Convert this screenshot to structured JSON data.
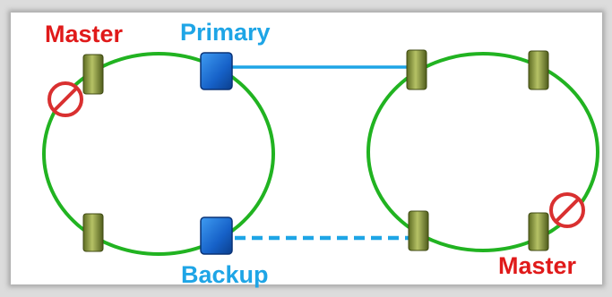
{
  "labels": {
    "master_left": "Master",
    "primary": "Primary",
    "backup": "Backup",
    "master_right": "Master"
  },
  "colors": {
    "ring": "#21b321",
    "master_text": "#e01a1a",
    "primary_text": "#1ea5e6",
    "link": "#1ea5e6",
    "node_fill": "#98a64a",
    "node_active_fill": "#1f6fd0",
    "block_symbol": "#d93030"
  },
  "diagram": {
    "rings": [
      "ring-left",
      "ring-right"
    ],
    "links": [
      {
        "from": "primary-node",
        "to": "right-ring-node",
        "style": "solid"
      },
      {
        "from": "backup-node",
        "to": "right-ring-node",
        "style": "dashed"
      }
    ],
    "blocked_ports": [
      "left-ring-master",
      "right-ring-master"
    ],
    "icons": [
      "prohibited-icon",
      "prohibited-icon"
    ]
  }
}
